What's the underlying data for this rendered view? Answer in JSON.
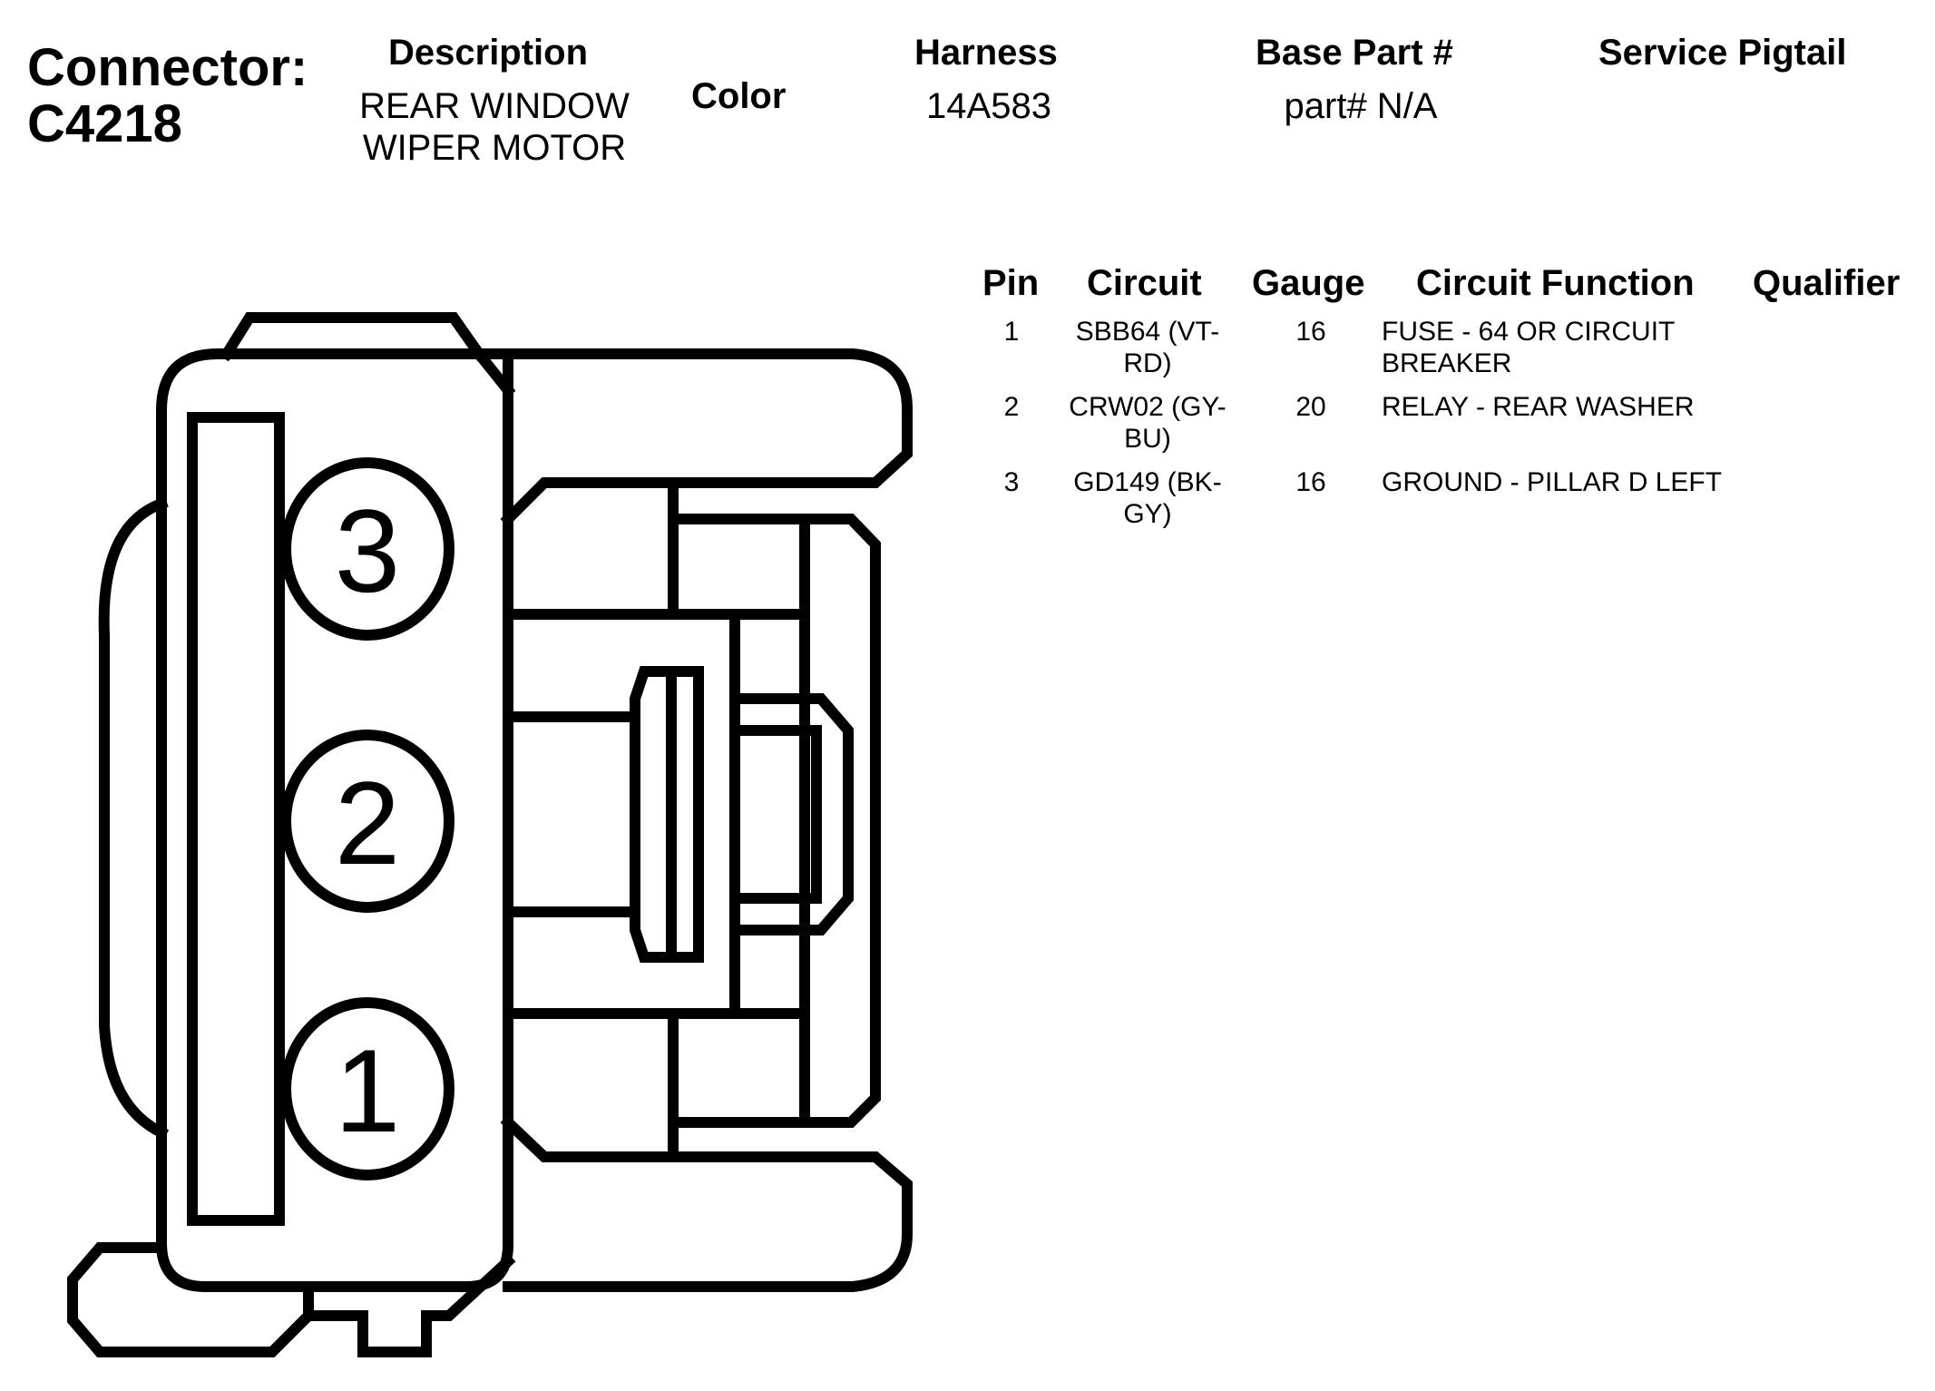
{
  "header": {
    "connector_label": "Connector:",
    "connector_id": "C4218",
    "description_label": "Description",
    "description_line1": "REAR WINDOW",
    "description_line2": "WIPER MOTOR",
    "color_label": "Color",
    "harness_label": "Harness",
    "harness_value": "14A583",
    "base_part_label": "Base Part #",
    "base_part_value": "part# N/A",
    "service_pigtail_label": "Service Pigtail"
  },
  "pin_table": {
    "columns": [
      "Pin",
      "Circuit",
      "Gauge",
      "Circuit Function",
      "Qualifier"
    ],
    "rows": [
      {
        "pin": "1",
        "circuit_line1": "SBB64 (VT-",
        "circuit_line2": "RD)",
        "gauge": "16",
        "function_line1": "FUSE - 64 OR CIRCUIT",
        "function_line2": "BREAKER"
      },
      {
        "pin": "2",
        "circuit_line1": "CRW02 (GY-",
        "circuit_line2": "BU)",
        "gauge": "20",
        "function_line1": "RELAY - REAR WASHER",
        "function_line2": ""
      },
      {
        "pin": "3",
        "circuit_line1": "GD149 (BK-",
        "circuit_line2": "GY)",
        "gauge": "16",
        "function_line1": "GROUND - PILLAR D LEFT",
        "function_line2": ""
      }
    ]
  },
  "connector_drawing": {
    "pin_labels": [
      "3",
      "2",
      "1"
    ]
  }
}
